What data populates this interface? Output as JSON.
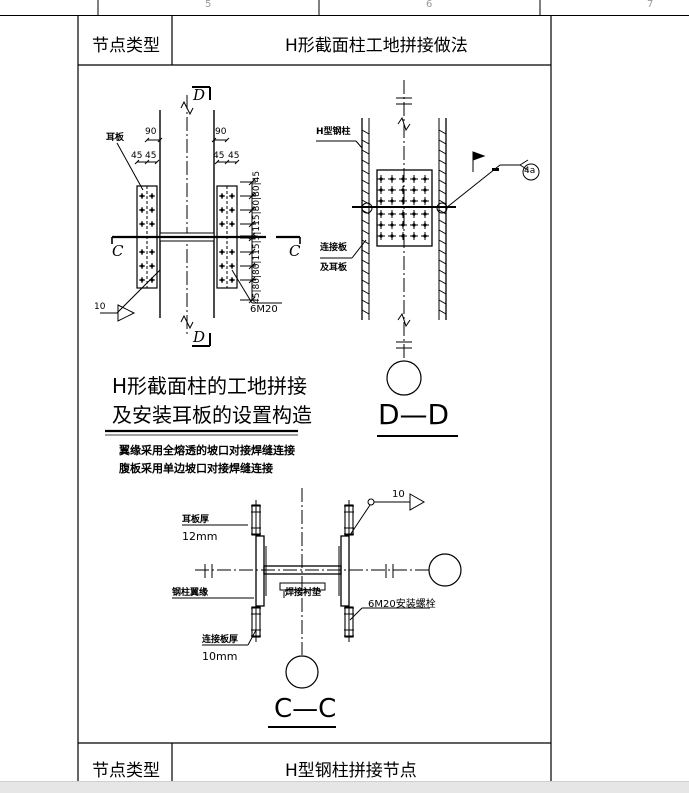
{
  "ruler": {
    "numbers": [
      "5",
      "6",
      "7"
    ]
  },
  "header": {
    "label": "节点类型",
    "title": "H形截面柱工地拼接做法"
  },
  "footer": {
    "label": "节点类型",
    "title": "H型钢柱拼接节点"
  },
  "caption": {
    "line1": "H形截面柱的工地拼接",
    "line2": "及安装耳板的设置构造",
    "note1": "翼缘采用全熔透的坡口对接焊缝连接",
    "note2": "腹板采用单边坡口对接焊缝连接"
  },
  "elevation": {
    "section_top": "D",
    "section_bottom": "D",
    "section_left": "C",
    "section_right": "C",
    "ear_plate": "耳板",
    "dim_90_left": "90",
    "dim_90_right": "90",
    "dim_45_1": "45",
    "dim_45_2": "45",
    "dim_45_3": "45",
    "dim_45_4": "45",
    "dim_right_stack": "45|80|80|115|5|115|80|80|45",
    "weld_size": "10",
    "bolt": "6M20"
  },
  "dd_view": {
    "column_label": "H型钢柱",
    "plate_label1": "连接板",
    "plate_label2": "及耳板",
    "weld_symbol": "4a",
    "section_title": "D—D"
  },
  "cc_view": {
    "ear_thick_label": "耳板厚",
    "ear_thick_value": "12mm",
    "flange_label": "钢柱翼缘",
    "backing_label": "焊接衬垫",
    "bolt_label": "6M20安装螺栓",
    "plate_thick_label": "连接板厚",
    "plate_thick_value": "10mm",
    "weld_size": "10",
    "section_title": "C—C"
  }
}
